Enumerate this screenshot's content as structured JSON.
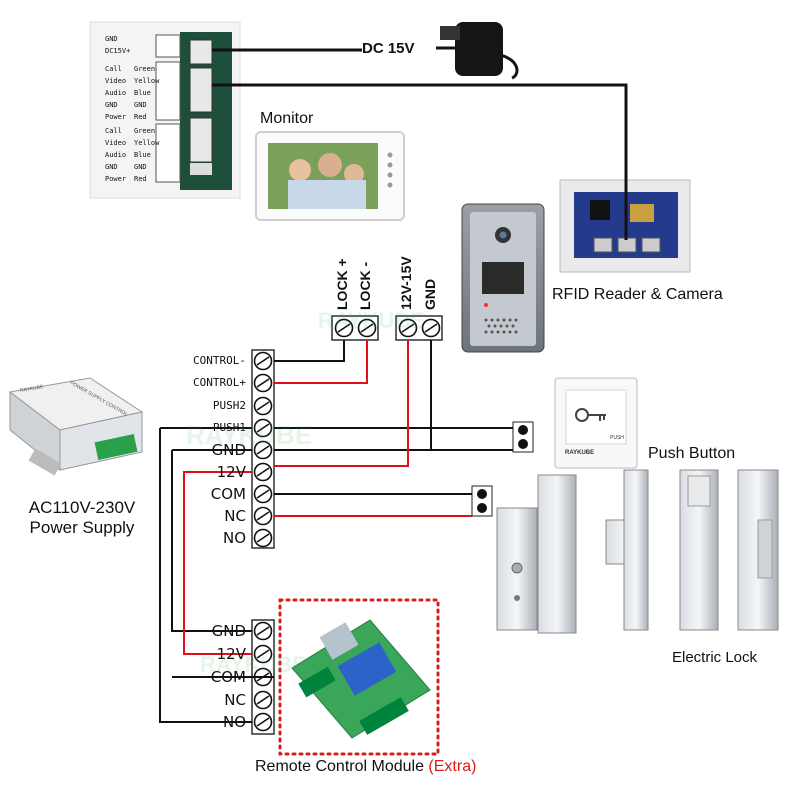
{
  "power_adapter": {
    "label": "DC 15V"
  },
  "monitor": {
    "label": "Monitor"
  },
  "monitor_terminal": {
    "rows": [
      {
        "name": "GND",
        "wire": ""
      },
      {
        "name": "DC15V+",
        "wire": ""
      },
      {
        "name": "Call",
        "wire": "Green"
      },
      {
        "name": "Video",
        "wire": "Yellow"
      },
      {
        "name": "Audio",
        "wire": "Blue"
      },
      {
        "name": "GND",
        "wire": "GND"
      },
      {
        "name": "Power",
        "wire": "Red"
      },
      {
        "name": "Call",
        "wire": "Green"
      },
      {
        "name": "Video",
        "wire": "Yellow"
      },
      {
        "name": "Audio",
        "wire": "Blue"
      },
      {
        "name": "GND",
        "wire": "GND"
      },
      {
        "name": "Power",
        "wire": "Red"
      }
    ]
  },
  "rfid": {
    "label": "RFID Reader & Camera"
  },
  "top_terminals": {
    "labels": [
      "LOCK +",
      "LOCK -",
      "12V-15V",
      "GND"
    ]
  },
  "controller_terminals": {
    "labels": [
      "CONTROL-",
      "CONTROL+",
      "PUSH2",
      "PUSH1",
      "GND",
      "12V",
      "COM",
      "NC",
      "NO"
    ]
  },
  "remote_terminals": {
    "labels": [
      "GND",
      "12V",
      "COM",
      "NC",
      "NO"
    ]
  },
  "power_supply": {
    "line1": "AC110V-230V",
    "line2": "Power Supply",
    "brand": "RAYKUBE",
    "plate": "POWER SUPPLY CONTROL"
  },
  "push_button": {
    "label": "Push Button",
    "brand": "RAYKUBE",
    "tag": "PUSH"
  },
  "electric_lock": {
    "label": "Electric Lock"
  },
  "remote_module": {
    "label": "Remote Control Module",
    "extra": "(Extra)"
  },
  "watermark": {
    "text": "RAYKUBE"
  },
  "colors": {
    "black_wire": "#111111",
    "red_wire": "#e0101a",
    "dotted_box": "#d81c1c",
    "extra": "#d81c1c",
    "module_board": "#3aa65a",
    "relay": "#2c63c9",
    "terminal_block": "#00843d"
  }
}
